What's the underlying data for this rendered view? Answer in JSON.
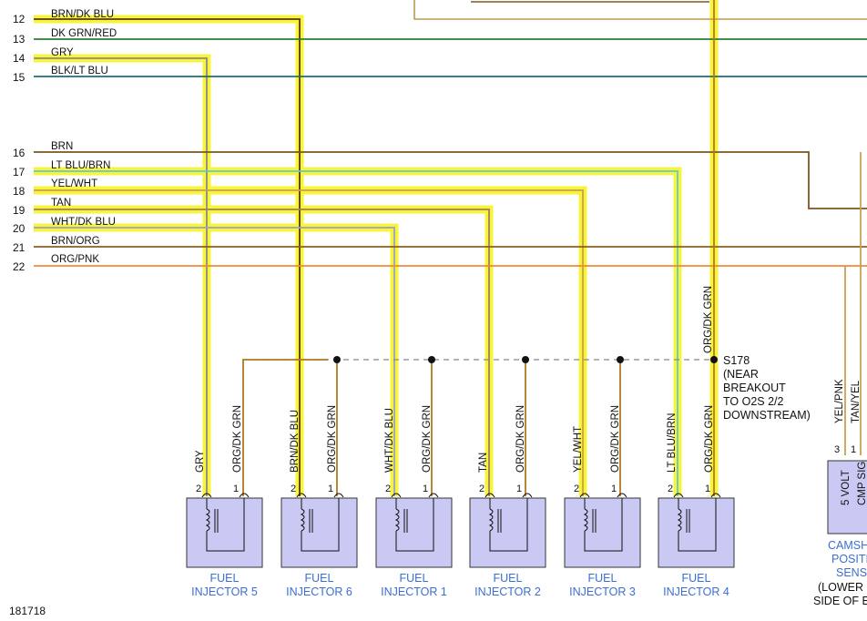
{
  "wires": [
    {
      "num": "12",
      "label": "BRN/DK BLU"
    },
    {
      "num": "13",
      "label": "DK GRN/RED"
    },
    {
      "num": "14",
      "label": "GRY"
    },
    {
      "num": "15",
      "label": "BLK/LT BLU"
    },
    {
      "num": "16",
      "label": "BRN"
    },
    {
      "num": "17",
      "label": "LT BLU/BRN"
    },
    {
      "num": "18",
      "label": "YEL/WHT"
    },
    {
      "num": "19",
      "label": "TAN"
    },
    {
      "num": "20",
      "label": "WHT/DK BLU"
    },
    {
      "num": "21",
      "label": "BRN/ORG"
    },
    {
      "num": "22",
      "label": "ORG/PNK"
    }
  ],
  "common_wire": "ORG/DK GRN",
  "splice": {
    "id": "S178",
    "note": [
      "(NEAR",
      "BREAKOUT",
      "TO O2S 2/2",
      "DOWNSTREAM)"
    ]
  },
  "injectors": [
    {
      "line1": "FUEL",
      "line2": "INJECTOR 5",
      "pin2_wire": "GRY",
      "pin1_wire": "ORG/DK GRN"
    },
    {
      "line1": "FUEL",
      "line2": "INJECTOR 6",
      "pin2_wire": "BRN/DK BLU",
      "pin1_wire": "ORG/DK GRN"
    },
    {
      "line1": "FUEL",
      "line2": "INJECTOR 1",
      "pin2_wire": "WHT/DK BLU",
      "pin1_wire": "ORG/DK GRN"
    },
    {
      "line1": "FUEL",
      "line2": "INJECTOR 2",
      "pin2_wire": "TAN",
      "pin1_wire": "ORG/DK GRN"
    },
    {
      "line1": "FUEL",
      "line2": "INJECTOR 3",
      "pin2_wire": "YEL/WHT",
      "pin1_wire": "ORG/DK GRN"
    },
    {
      "line1": "FUEL",
      "line2": "INJECTOR 4",
      "pin2_wire": "LT BLU/BRN",
      "pin1_wire": "ORG/DK GRN"
    }
  ],
  "pin_numbers": {
    "a": "2",
    "b": "1"
  },
  "camshaft": {
    "wire_a": "YEL/PNK",
    "wire_b": "TAN/YEL",
    "pin_a": "3",
    "pin_b": "1",
    "box_text_1": "5 VOLT",
    "box_text_2": "CMP SIG",
    "caption": [
      "CAMSH",
      "POSITI",
      "SENS"
    ],
    "note": [
      "(LOWER R",
      "SIDE OF E"
    ]
  },
  "figure_id": "181718"
}
